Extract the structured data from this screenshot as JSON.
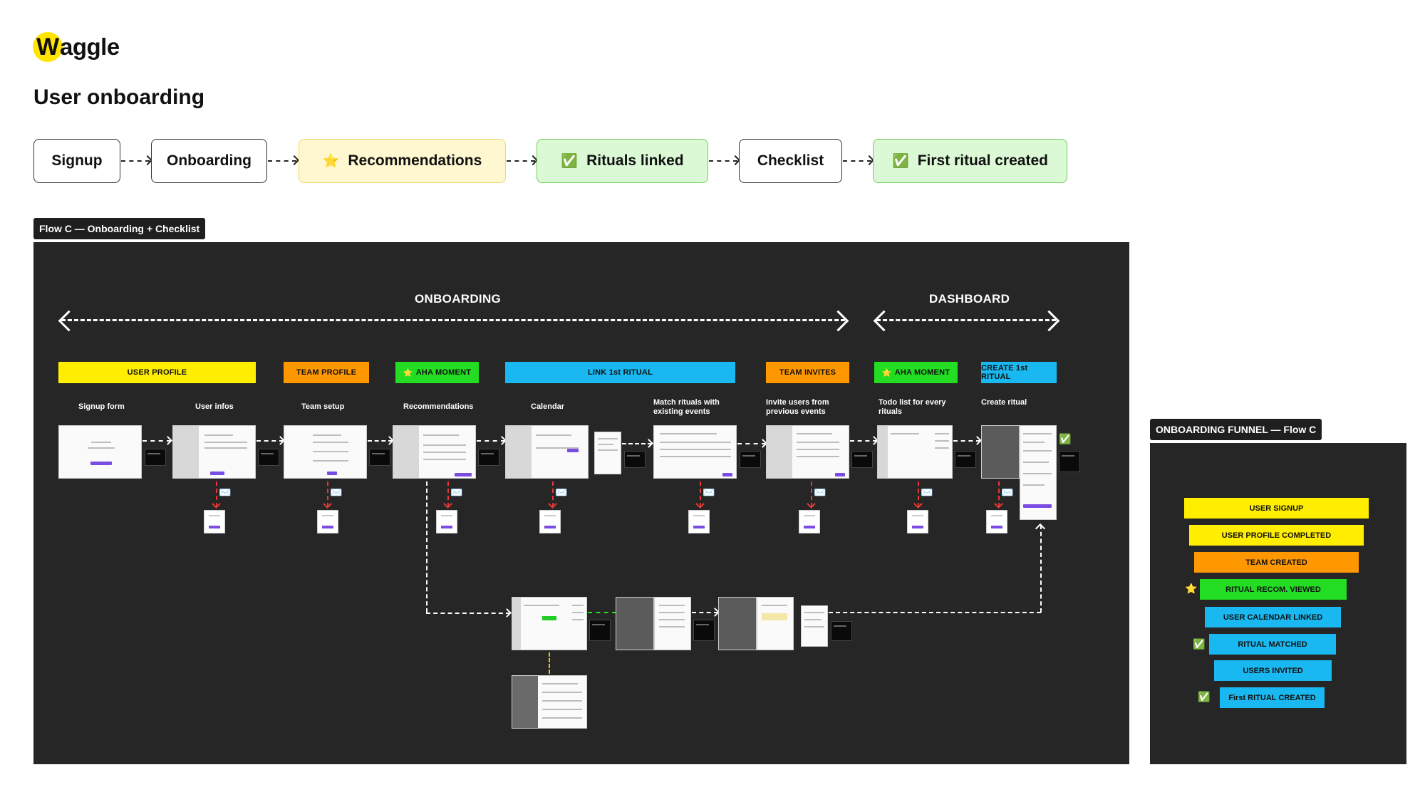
{
  "logo": {
    "text": "aggle",
    "mark": "W"
  },
  "page_title": "User onboarding",
  "top_flow": [
    {
      "label": "Signup",
      "icon": ""
    },
    {
      "label": "Onboarding",
      "icon": ""
    },
    {
      "label": "Recommendations",
      "icon": "⭐"
    },
    {
      "label": "Rituals linked",
      "icon": "✅"
    },
    {
      "label": "Checklist",
      "icon": ""
    },
    {
      "label": "First ritual created",
      "icon": "✅"
    }
  ],
  "flow_tag": "Flow C — Onboarding + Checklist",
  "sections": {
    "onboarding": "ONBOARDING",
    "dashboard": "DASHBOARD"
  },
  "phases": [
    {
      "label": "USER PROFILE",
      "color": "#ffee00",
      "icon": ""
    },
    {
      "label": "TEAM PROFILE",
      "color": "#ff9800",
      "icon": ""
    },
    {
      "label": "AHA MOMENT",
      "color": "#22dd22",
      "icon": "⭐"
    },
    {
      "label": "LINK 1st RITUAL",
      "color": "#1ab8f0",
      "icon": ""
    },
    {
      "label": "TEAM INVITES",
      "color": "#ff9800",
      "icon": ""
    },
    {
      "label": "AHA MOMENT",
      "color": "#22dd22",
      "icon": "⭐"
    },
    {
      "label": "CREATE 1st RITUAL",
      "color": "#1ab8f0",
      "icon": ""
    }
  ],
  "screens": [
    "Signup form",
    "User infos",
    "Team setup",
    "Recommendations",
    "Calendar",
    "Match rituals with existing events",
    "Invite users from previous events",
    "Todo list for every rituals",
    "Create ritual"
  ],
  "funnel": {
    "tag": "ONBOARDING FUNNEL — Flow C",
    "steps": [
      {
        "label": "USER SIGNUP",
        "color": "#ffee00",
        "icon": ""
      },
      {
        "label": "USER PROFILE COMPLETED",
        "color": "#ffee00",
        "icon": ""
      },
      {
        "label": "TEAM CREATED",
        "color": "#ff9800",
        "icon": ""
      },
      {
        "label": "RITUAL RECOM. VIEWED",
        "color": "#22dd22",
        "icon": "⭐"
      },
      {
        "label": "USER CALENDAR LINKED",
        "color": "#1ab8f0",
        "icon": ""
      },
      {
        "label": "RITUAL MATCHED",
        "color": "#1ab8f0",
        "icon": "✅"
      },
      {
        "label": "USERS INVITED",
        "color": "#1ab8f0",
        "icon": ""
      },
      {
        "label": "First RITUAL CREATED",
        "color": "#1ab8f0",
        "icon": "✅"
      }
    ]
  },
  "icons": {
    "email": "envelope-icon",
    "star": "star-icon",
    "check": "check-icon"
  }
}
